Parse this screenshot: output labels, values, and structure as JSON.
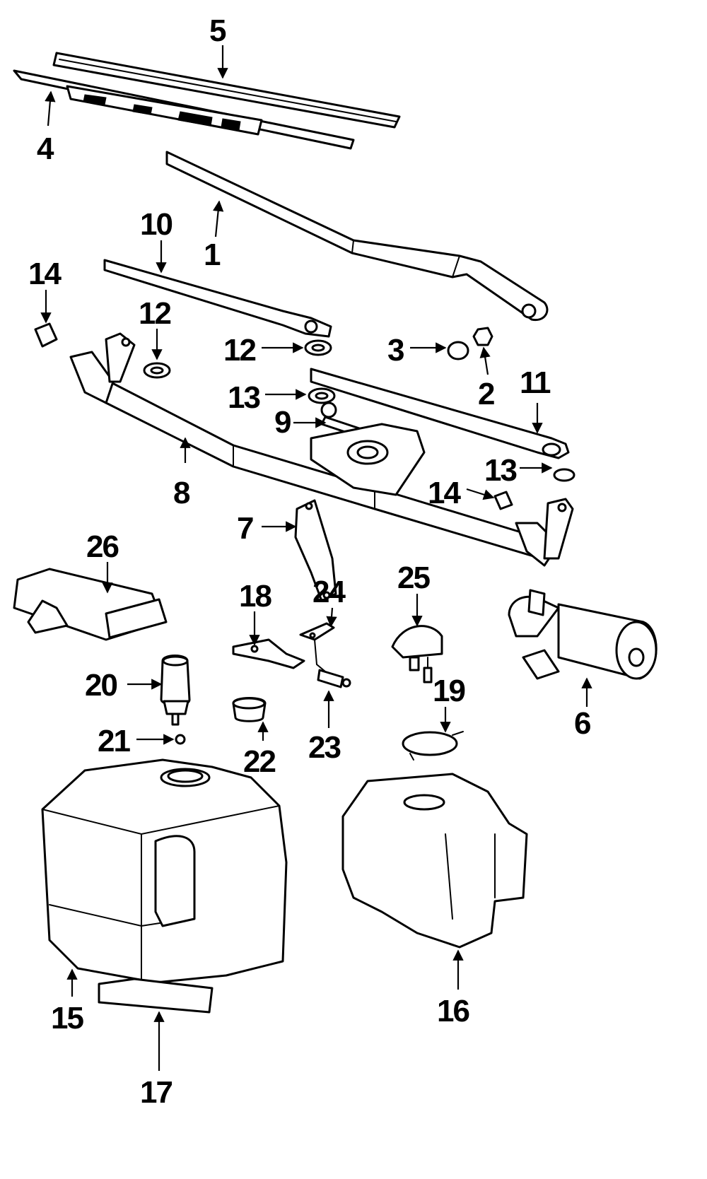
{
  "callouts": [
    "1",
    "2",
    "3",
    "4",
    "5",
    "6",
    "7",
    "8",
    "9",
    "10",
    "11",
    "12",
    "12",
    "13",
    "13",
    "14",
    "14",
    "15",
    "16",
    "17",
    "18",
    "19",
    "20",
    "21",
    "22",
    "23",
    "24",
    "25",
    "26"
  ],
  "colors": {
    "line": "#000000",
    "background": "#ffffff"
  }
}
